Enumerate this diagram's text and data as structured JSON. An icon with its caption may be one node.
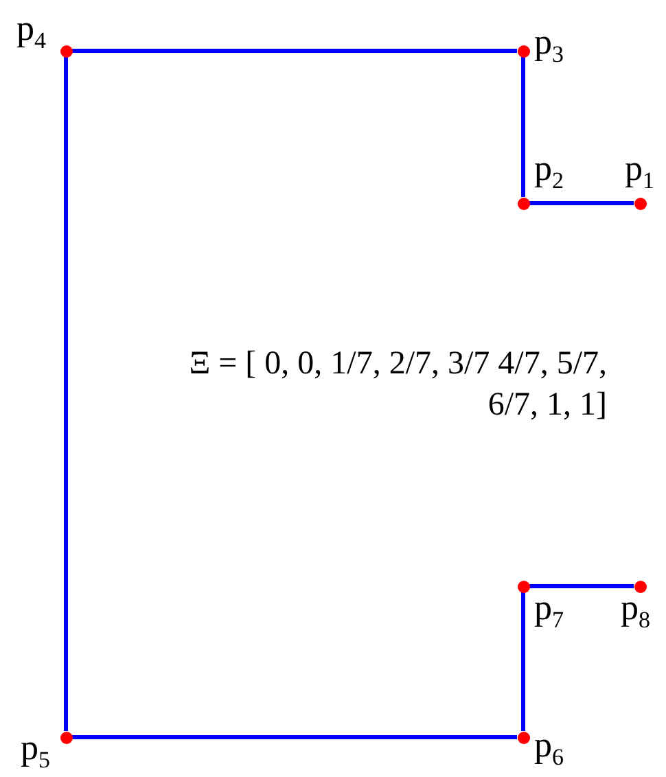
{
  "diagram": {
    "nodes": [
      {
        "text": [
          "p$_{1}$"
        ]
      },
      {
        "text": [
          "p$_{2}$"
        ]
      },
      {
        "text": [
          "p$_{3}$"
        ]
      },
      {
        "text": [
          "p$_{4}$"
        ]
      },
      {
        "text": [
          "p$_{5}$"
        ]
      },
      {
        "text": [
          "p$_{6}$"
        ]
      },
      {
        "text": [
          "p$_{7}$"
        ]
      },
      {
        "text": [
          "p$_{8}$"
        ]
      }
    ],
    "edges": [
      {
        "from": 0,
        "to": 1,
        "arrow": "none"
      },
      {
        "from": 1,
        "to": 2,
        "arrow": "none"
      },
      {
        "from": 2,
        "to": 3,
        "arrow": "none"
      },
      {
        "from": 3,
        "to": 4,
        "arrow": "none"
      },
      {
        "from": 4,
        "to": 5,
        "arrow": "none"
      },
      {
        "from": 5,
        "to": 6,
        "arrow": "none"
      },
      {
        "from": 6,
        "to": 7,
        "arrow": "none"
      }
    ],
    "labels": [
      "Ξ = [ 0, 0, 1/7, 2/7, 3/7 4/7, 5/7, 6/7, 1, 1]"
    ]
  }
}
